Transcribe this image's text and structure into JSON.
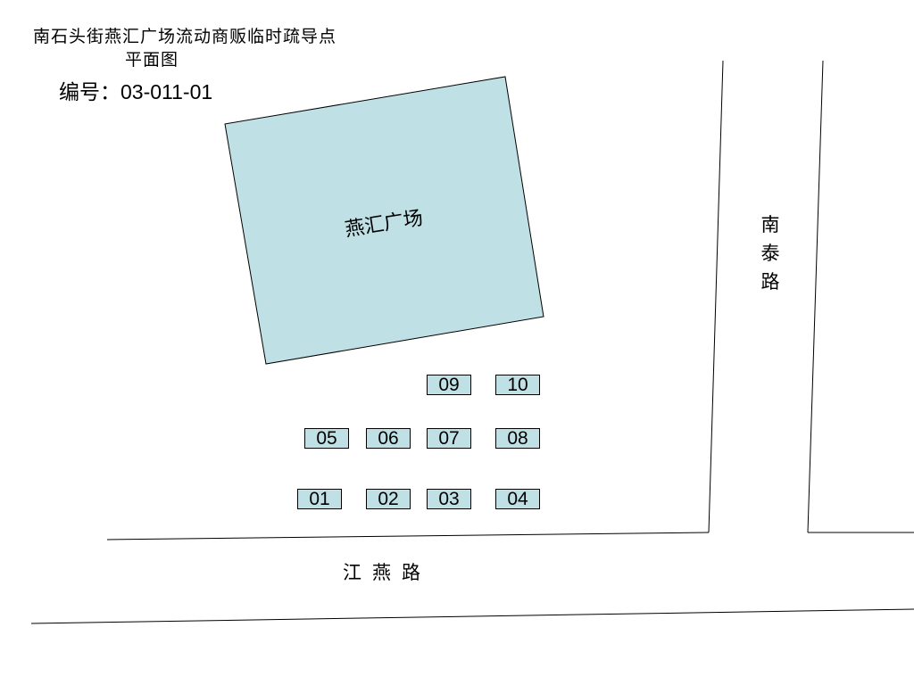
{
  "title": {
    "line1": "南石头街燕汇广场流动商贩临时疏导点",
    "line2": "平面图"
  },
  "code_label": "编号：03-011-01",
  "building": {
    "label": "燕汇广场",
    "fill": "#bfe0e4"
  },
  "stall_fill": "#bfe0e4",
  "stalls": [
    {
      "id": "09"
    },
    {
      "id": "10"
    },
    {
      "id": "05"
    },
    {
      "id": "06"
    },
    {
      "id": "07"
    },
    {
      "id": "08"
    },
    {
      "id": "01"
    },
    {
      "id": "02"
    },
    {
      "id": "03"
    },
    {
      "id": "04"
    }
  ],
  "roads": {
    "vertical": [
      "南",
      "泰",
      "路"
    ],
    "horizontal": "江燕路"
  }
}
